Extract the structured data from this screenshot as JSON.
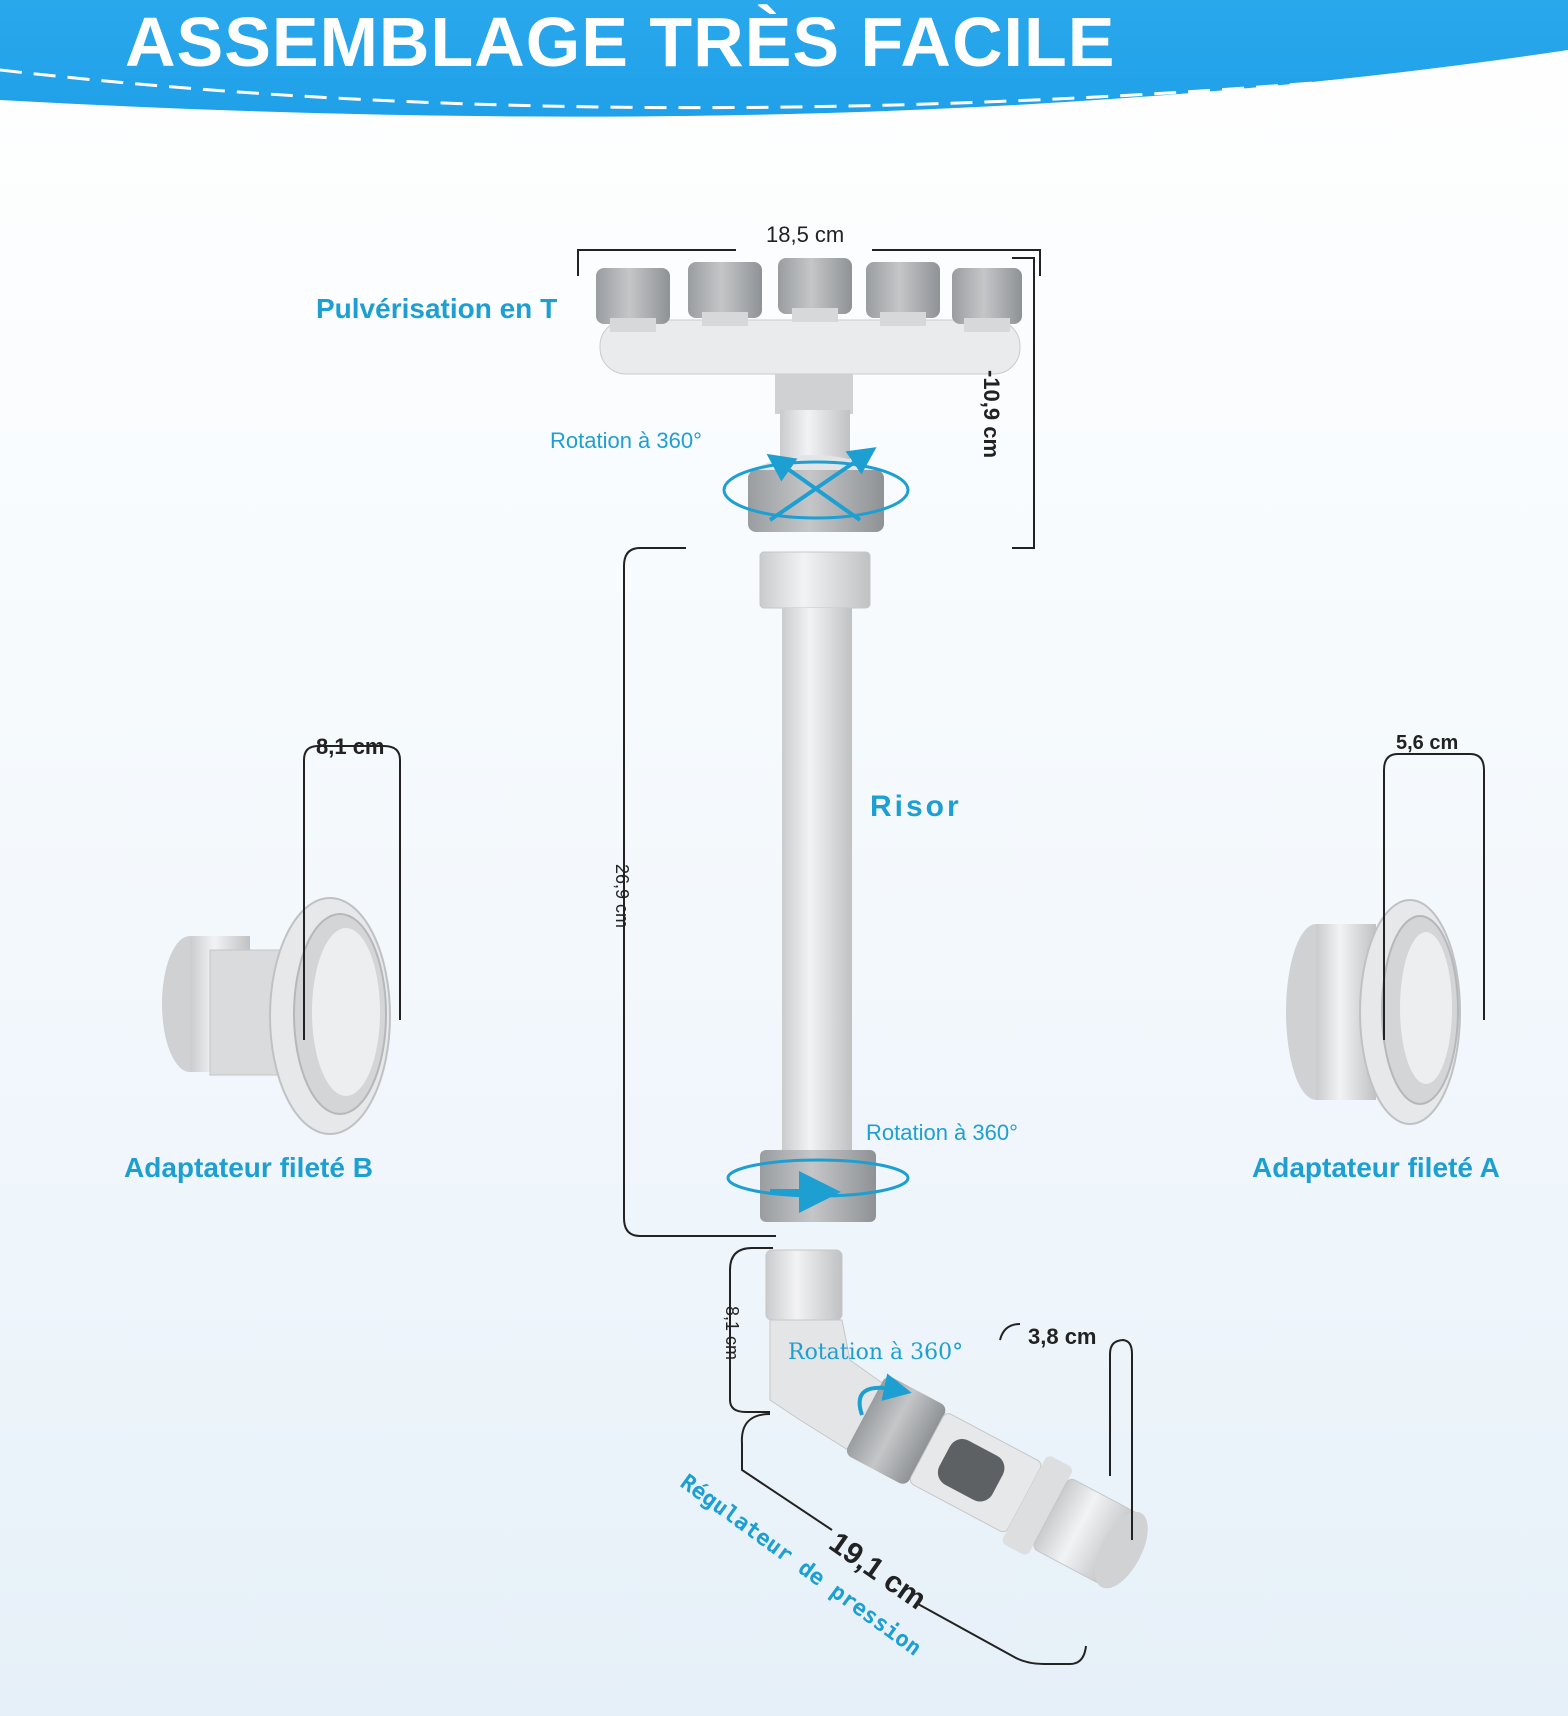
{
  "banner": {
    "title": "ASSEMBLAGE TRÈS FACILE",
    "color": "#2aa8ec"
  },
  "components": {
    "spray_head": {
      "label": "Pulvérisation en T",
      "width": "18,5 cm",
      "height": "-10,9 cm",
      "rotation": "Rotation à 360°"
    },
    "riser": {
      "label": "Risor",
      "length": "26,9 cm",
      "rotation": "Rotation à 360°"
    },
    "adapter_b": {
      "label": "Adaptateur fileté B",
      "size": "8,1 cm"
    },
    "adapter_a": {
      "label": "Adaptateur fileté A",
      "size": "5,6 cm"
    },
    "regulator": {
      "label": "Régulateur de pression",
      "height": "8,1 cm",
      "length": "19,1 cm",
      "outlet": "3,8 cm",
      "rotation": "Rotation à 360°"
    }
  },
  "colors": {
    "accent": "#1e9fd2",
    "part": "#e4e6e8",
    "part_dark": "#b9bcbf",
    "cap": "#a9acaf"
  }
}
